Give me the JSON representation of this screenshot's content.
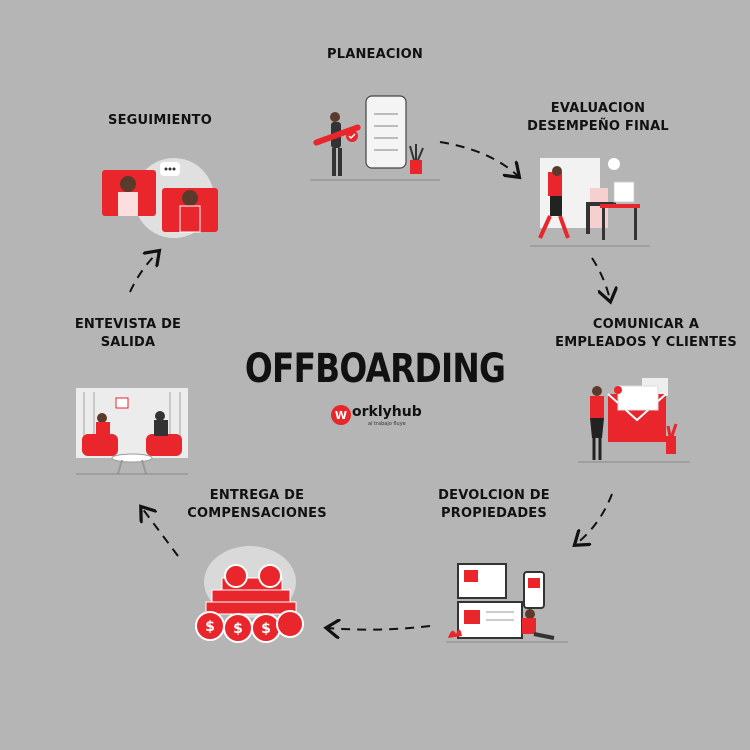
{
  "title": "OFFBOARDING",
  "logo": {
    "brand": "orklyhub",
    "tagline": "al trabajo fluye",
    "mark": "W"
  },
  "steps": [
    {
      "id": "planeacion",
      "label": "PLANEACION"
    },
    {
      "id": "evaluacion",
      "label_line1": "EVALUACION",
      "label_line2": "DESEMPEÑO FINAL"
    },
    {
      "id": "comunicar",
      "label_line1": "COMUNICAR A",
      "label_line2": "EMPLEADOS Y CLIENTES"
    },
    {
      "id": "devolucion",
      "label_line1": "DEVOLCION DE",
      "label_line2": "PROPIEDADES"
    },
    {
      "id": "entrega",
      "label_line1": "ENTREGA DE",
      "label_line2": "COMPENSACIONES"
    },
    {
      "id": "entrevista",
      "label_line1": "ENTEVISTA DE",
      "label_line2": "SALIDA"
    },
    {
      "id": "seguimiento",
      "label": "SEGUIMIENTO"
    }
  ],
  "colors": {
    "background": "#b5b5b5",
    "accent": "#e8262b",
    "ink": "#111111"
  }
}
